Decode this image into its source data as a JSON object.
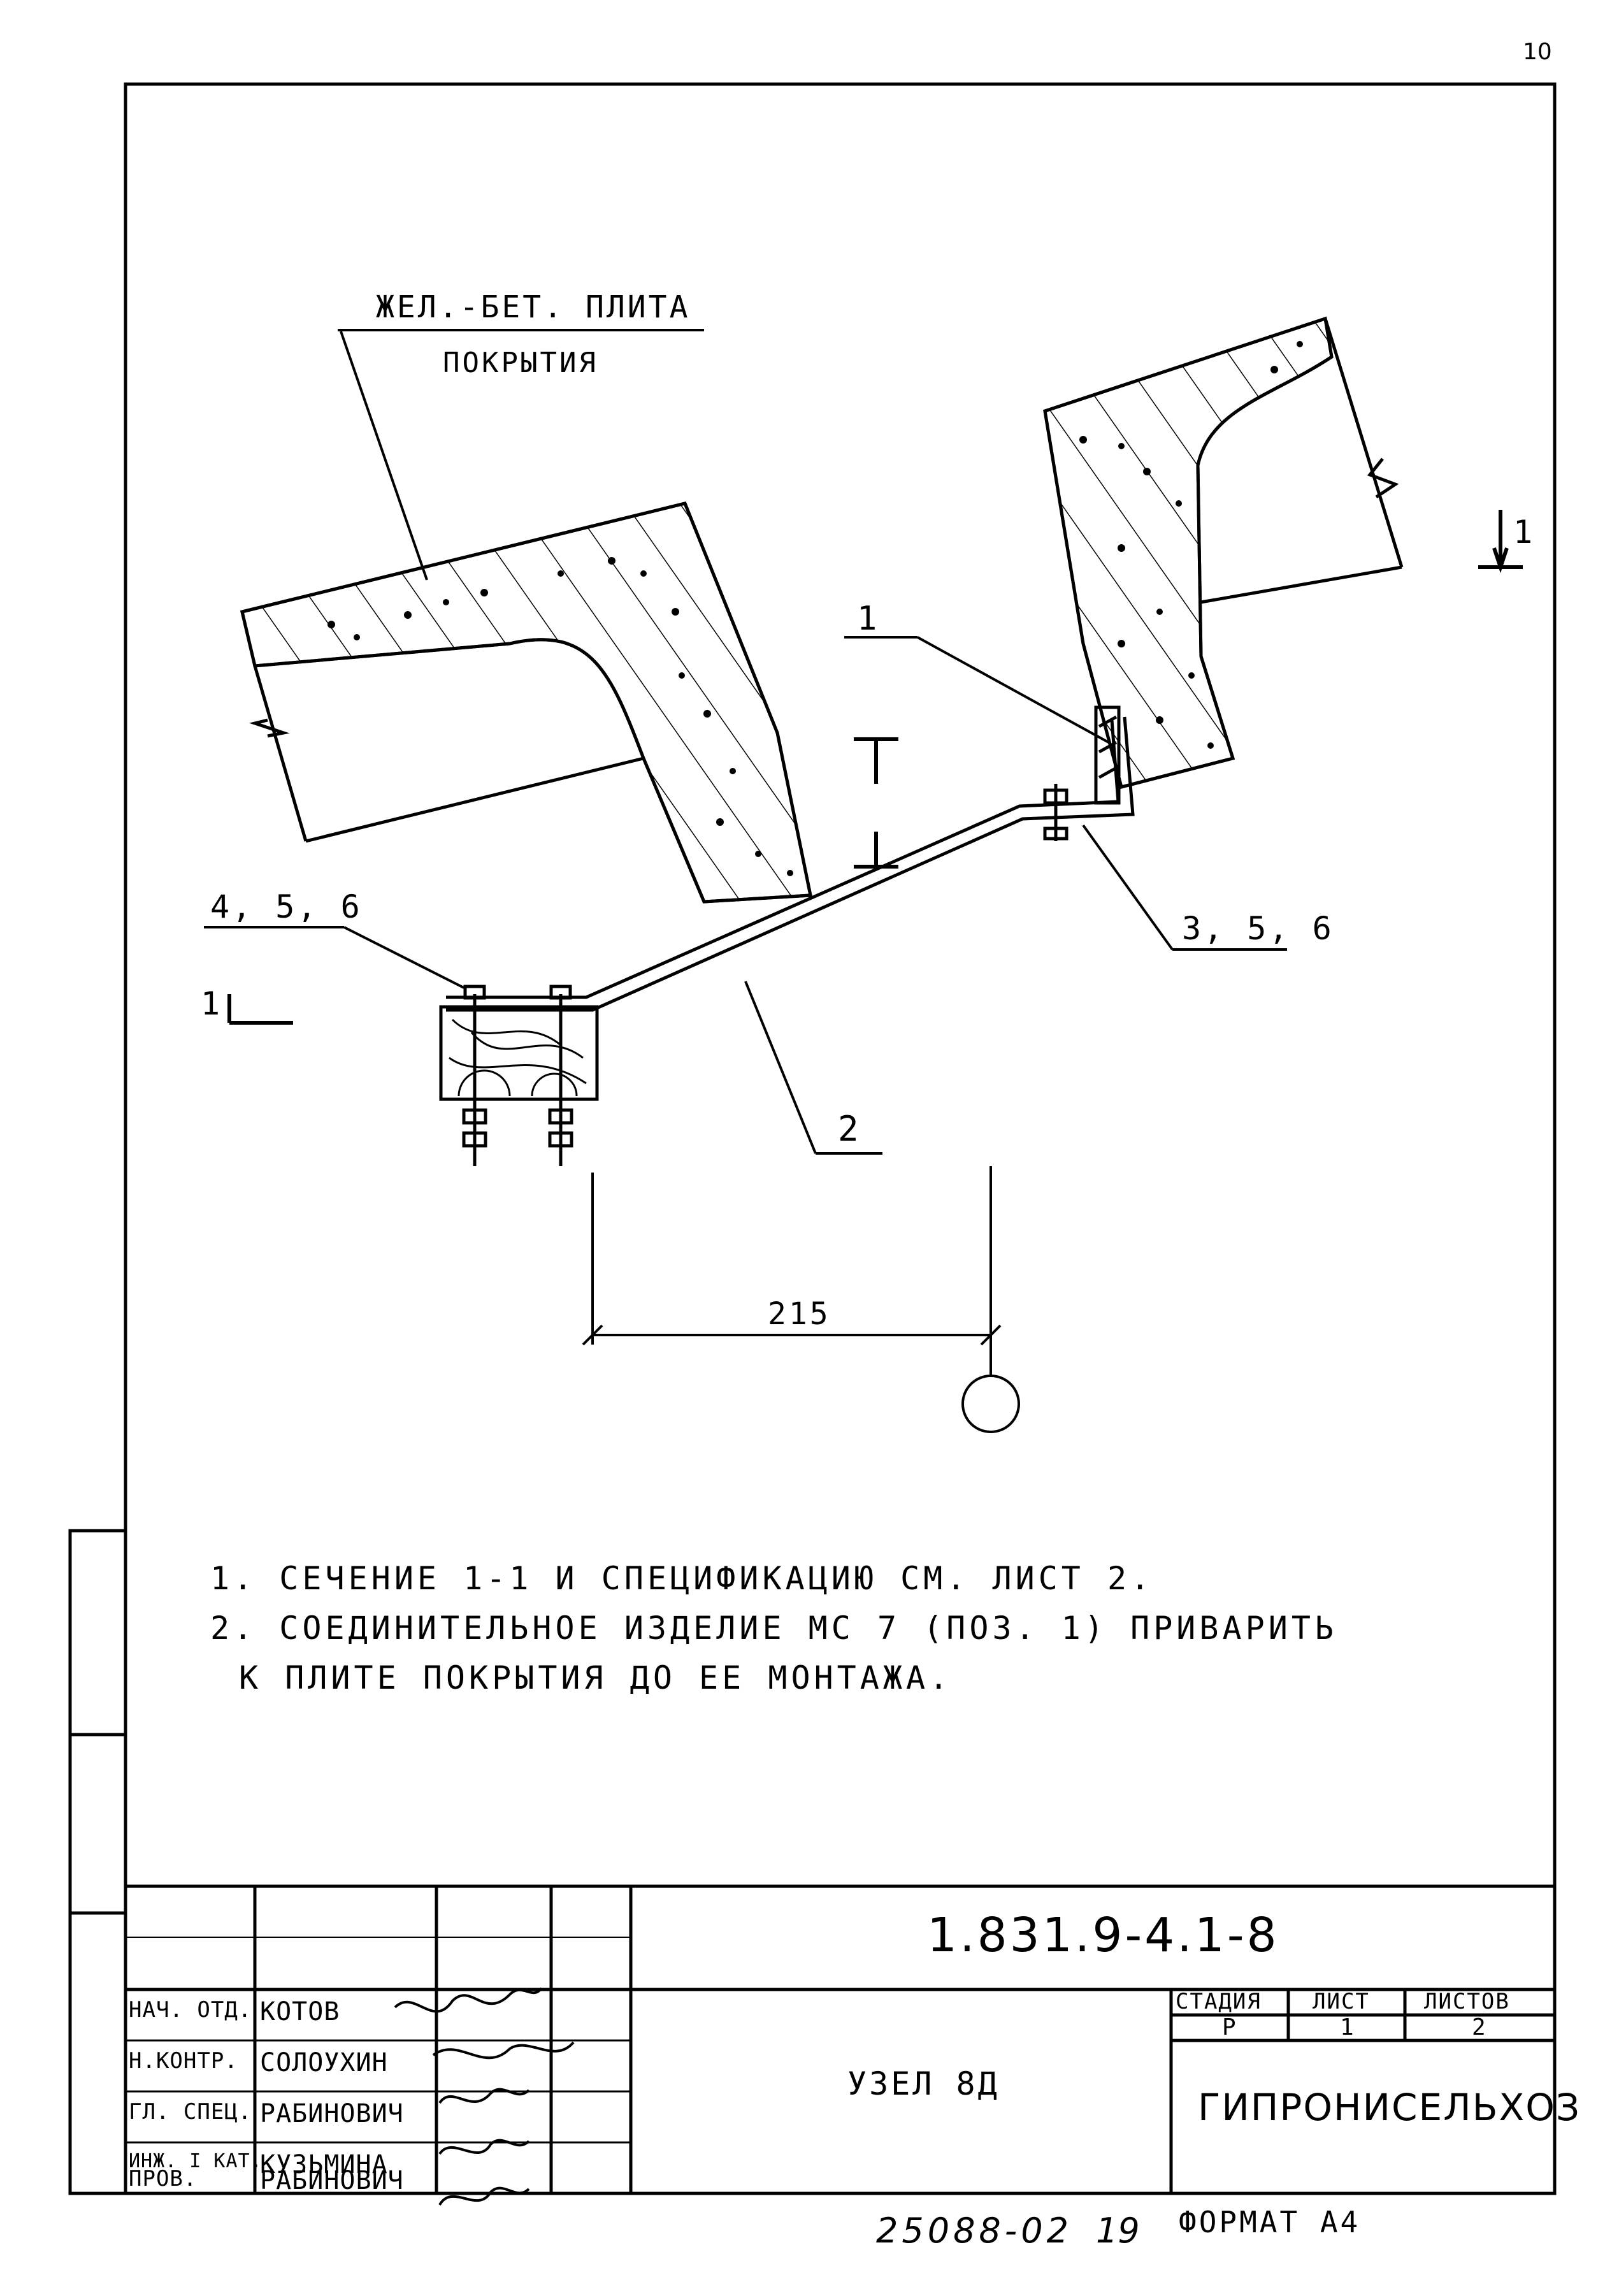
{
  "page_number": "10",
  "drawing": {
    "slab_label_line1": "ЖЕЛ.-БЕТ. ПЛИТА",
    "slab_label_line2": "ПОКРЫТИЯ",
    "callout_1": "1",
    "callout_2": "2",
    "callout_356": "3, 5, 6",
    "callout_456": "4, 5, 6",
    "section_mark_left": "1",
    "section_mark_right": "1",
    "dimension_215": "215"
  },
  "notes": [
    "1. СЕЧЕНИЕ 1-1 И СПЕЦИФИКАЦИЮ СМ. ЛИСТ 2.",
    "2. СОЕДИНИТЕЛЬНОЕ ИЗДЕЛИЕ МС 7 (ПОЗ. 1) ПРИВАРИТЬ",
    "К ПЛИТЕ ПОКРЫТИЯ ДО ЕЕ МОНТАЖА."
  ],
  "title_block": {
    "doc_code": "1.831.9-4.1-8",
    "title": "УЗЕЛ 8Д",
    "stage_header": "СТАДИЯ",
    "sheet_header": "ЛИСТ",
    "sheets_header": "ЛИСТОВ",
    "stage": "Р",
    "sheet": "1",
    "sheets": "2",
    "organization": "ГИПРОНИСЕЛЬХОЗ",
    "signatures": [
      {
        "role": "НАЧ. ОТД.",
        "name": "КОТОВ"
      },
      {
        "role": "Н.КОНТР.",
        "name": "СОЛОУХИН"
      },
      {
        "role": "ГЛ. СПЕЦ.",
        "name": "РАБИНОВИЧ"
      },
      {
        "role": "ИНЖ. I КАТ.",
        "name": "КУЗЬМИНА"
      },
      {
        "role": "ПРОВ.",
        "name": "РАБИНОВИЧ"
      }
    ]
  },
  "footer": {
    "archive_number": "25088-02",
    "page_ref": "19",
    "format": "ФОРМАТ А4"
  }
}
